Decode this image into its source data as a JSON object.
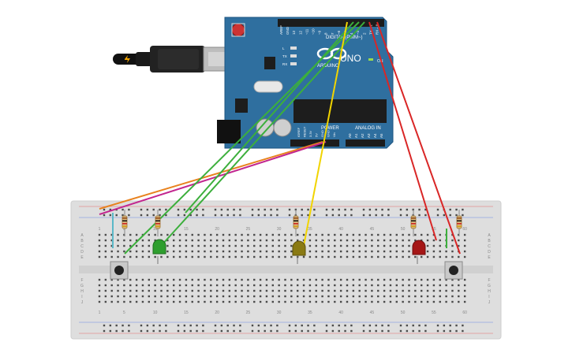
{
  "arduino": {
    "brand": "ARDUINO",
    "model": "UNO",
    "digital_header": "DIGITAL (PWM~)",
    "power_header": "POWER",
    "analog_header": "ANALOG IN",
    "top_pin_labels": [
      "AREF",
      "GND",
      "13",
      "12",
      "~11",
      "~10",
      "~9",
      "8",
      "7",
      "~6",
      "~5",
      "4",
      "~3",
      "2",
      "TX→1",
      "RX←0"
    ],
    "power_pin_labels": [
      "IOREF",
      "RESET",
      "3.3V",
      "5V",
      "GND",
      "GND",
      "Vin"
    ],
    "analog_pin_labels": [
      "A0",
      "A1",
      "A2",
      "A3",
      "A4",
      "A5"
    ],
    "led_labels": [
      "L",
      "TX",
      "RX"
    ],
    "on_label": "ON"
  },
  "breadboard": {
    "column_numbers": [
      "1",
      "5",
      "10",
      "15",
      "20",
      "25",
      "30",
      "35",
      "40",
      "45",
      "50",
      "55",
      "60"
    ],
    "row_letters_top": [
      "A",
      "B",
      "C",
      "D",
      "E"
    ],
    "row_letters_bottom": [
      "F",
      "G",
      "H",
      "I",
      "J"
    ]
  },
  "components": {
    "leds": [
      {
        "name": "led-green",
        "color": "#2e9e2e"
      },
      {
        "name": "led-yellow",
        "color": "#8a7a14"
      },
      {
        "name": "led-red",
        "color": "#a51616"
      }
    ],
    "resistor_count": 5,
    "button_count": 2
  },
  "wire_colors": {
    "orange": "#e8821e",
    "magenta": "#c2268f",
    "green": "#3caf3c",
    "yellow": "#f1d400",
    "red": "#d92626",
    "teal": "#5ab8c8"
  }
}
